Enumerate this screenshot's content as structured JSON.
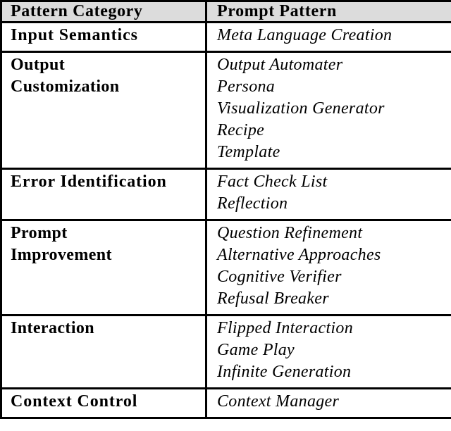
{
  "table": {
    "headers": {
      "category": "Pattern Category",
      "pattern": "Prompt Pattern"
    },
    "header_bg": "#dcdcdc",
    "border_color": "#000000",
    "rows": [
      {
        "category_lines": [
          "Input Semantics"
        ],
        "patterns": [
          "Meta Language Creation"
        ]
      },
      {
        "category_lines": [
          "Output",
          "Customization"
        ],
        "patterns": [
          "Output Automater",
          "Persona",
          "Visualization Generator",
          "Recipe",
          "Template"
        ]
      },
      {
        "category_lines": [
          "Error Identification"
        ],
        "patterns": [
          "Fact Check List",
          "Reflection"
        ]
      },
      {
        "category_lines": [
          "Prompt",
          "Improvement"
        ],
        "patterns": [
          "Question Refinement",
          "Alternative Approaches",
          "Cognitive Verifier",
          "Refusal Breaker"
        ]
      },
      {
        "category_lines": [
          "Interaction"
        ],
        "patterns": [
          "Flipped Interaction",
          "Game Play",
          "Infinite Generation"
        ]
      },
      {
        "category_lines": [
          "Context Control"
        ],
        "patterns": [
          "Context Manager"
        ]
      }
    ]
  }
}
